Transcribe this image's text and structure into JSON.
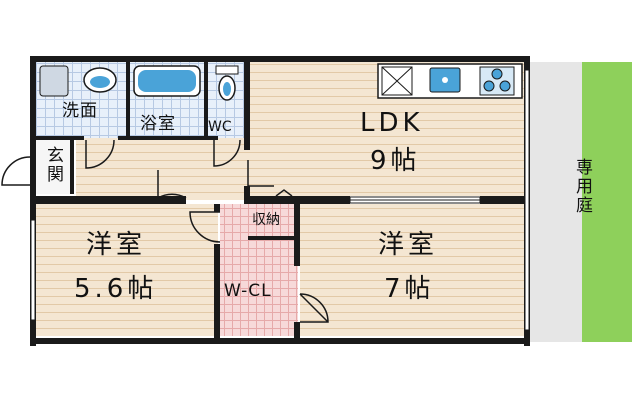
{
  "rooms": {
    "ldk": {
      "name": "LDK",
      "size": "9帖"
    },
    "western_room_1": {
      "name": "洋室",
      "size": "5.6帖"
    },
    "western_room_2": {
      "name": "洋室",
      "size": "7帖"
    },
    "walk_in_closet": {
      "name": "W-CL"
    },
    "storage": {
      "name": "収納"
    },
    "washroom": {
      "name": "洗面"
    },
    "bathroom": {
      "name": "浴室"
    },
    "toilet": {
      "name": "WC"
    },
    "entrance": {
      "name": "玄関"
    },
    "private_garden": {
      "name": "専用庭"
    }
  },
  "colors": {
    "wall": "#1a1a1a",
    "floor_wood": "#f4e6d2",
    "floor_wood_line": "#e2c9a7",
    "wet_area": "#e8f0fa",
    "wet_grid": "#b7c9e3",
    "closet_pink": "#f7d9d9",
    "closet_grid": "#e6a9a9",
    "garden_green": "#8ed05b",
    "garden_gray": "#e6e6e6",
    "fixture_blue": "#4aa3d8"
  },
  "icons": [
    "washbasin-icon",
    "bathtub-icon",
    "toilet-icon",
    "kitchen-sink-icon",
    "stove-icon",
    "door-swing-icon"
  ]
}
